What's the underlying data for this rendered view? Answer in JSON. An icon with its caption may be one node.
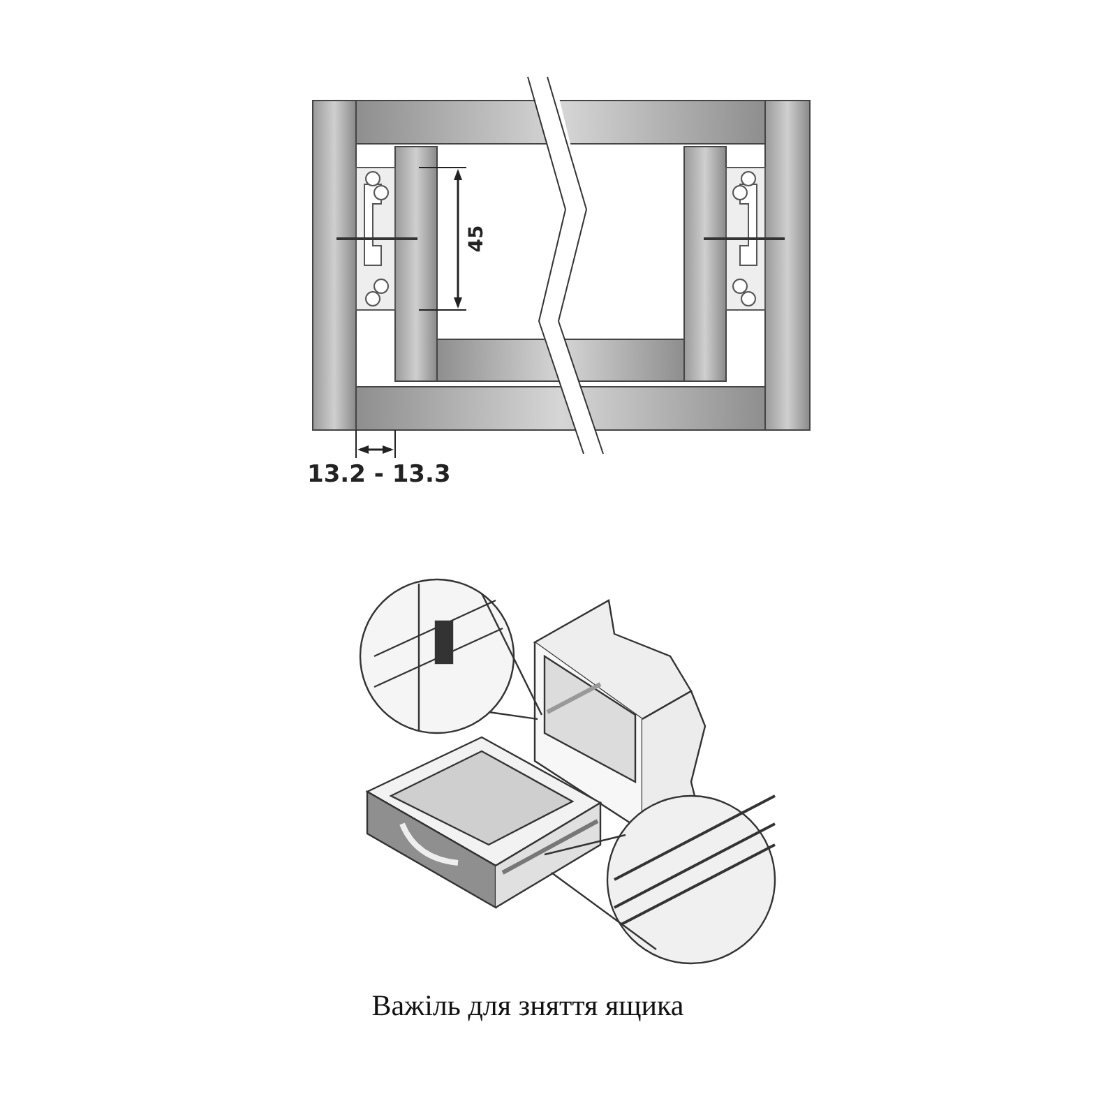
{
  "diagram": {
    "caption": "Важіль для зняття ящика",
    "labels": [
      "45",
      "13.2 - 13.3"
    ]
  }
}
